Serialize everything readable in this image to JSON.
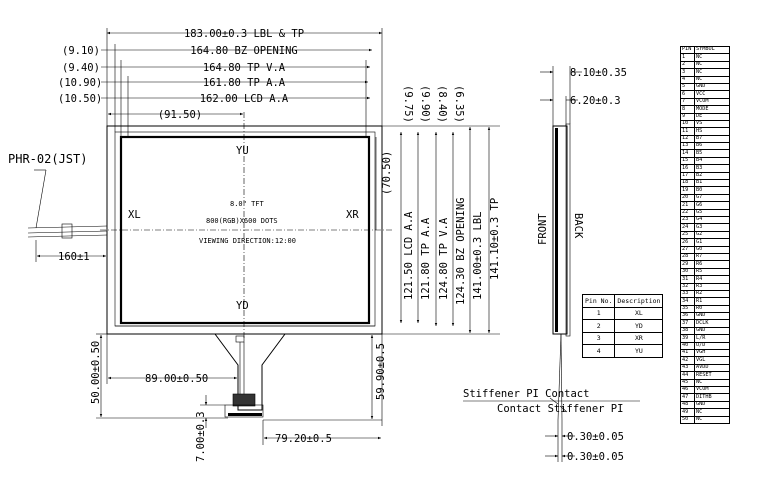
{
  "dims": {
    "top_lbl_tp": "183.00±0.3 LBL & TP",
    "bz_open_ref": "(9.10)",
    "bz_open": "164.80 BZ OPENING",
    "tp_va_ref": "(9.40)",
    "tp_va": "164.80 TP V.A",
    "tp_aa_ref": "(10.90)",
    "tp_aa": "161.80 TP A.A",
    "lcd_aa_ref": "(10.50)",
    "lcd_aa": "162.00 LCD A.A",
    "center_x_ref": "(91.50)",
    "ref_975": "(9.75)",
    "ref_990": "(9.90)",
    "ref_840": "(8.40)",
    "ref_635": "(6.35)",
    "ref_7050": "(70.50)",
    "v_lcd_aa": "121.50 LCD A.A",
    "v_tp_aa": "121.80 TP A.A",
    "v_tp_va": "124.80 TP V.A",
    "v_bz": "124.30 BZ OPENING",
    "v_lbl": "141.00±0.3 LBL",
    "v_tp": "141.10±0.3 TP",
    "cable_len": "160±1",
    "fpc_offset": "89.00±0.50",
    "fpc_height": "50.00±0.50",
    "fpc_width": "59.90±0.5",
    "fpc_tail": "7.00±0.3",
    "fpc_pos": "79.20±0.5",
    "thick_total": "8.10±0.35",
    "thick_body": "6.20±0.3",
    "stiff1": "0.30±0.05",
    "stiff2": "0.30±0.05"
  },
  "labels": {
    "connector": "PHR-02(JST)",
    "yu": "YU",
    "yd": "YD",
    "xl": "XL",
    "xr": "XR",
    "panel_size": "8.0\" TFT",
    "resolution": "800(RGB)X600 DOTS",
    "viewing": "VIEWING DIRECTION:12:00",
    "front": "FRONT",
    "back": "BACK",
    "stiffener_contact": "Stiffener PI Contact",
    "contact_stiffener": "Contact Stiffener PI"
  },
  "signal_table": {
    "headers": [
      "Pin No.",
      "Description"
    ],
    "rows": [
      [
        "1",
        "XL"
      ],
      [
        "2",
        "YD"
      ],
      [
        "3",
        "XR"
      ],
      [
        "4",
        "YU"
      ]
    ]
  },
  "pin_table": {
    "headers": [
      "PIN",
      "SYMBOL"
    ],
    "rows": [
      [
        "1",
        "NC"
      ],
      [
        "2",
        "NC"
      ],
      [
        "3",
        "NC"
      ],
      [
        "4",
        "NC"
      ],
      [
        "5",
        "GND"
      ],
      [
        "6",
        "VCC"
      ],
      [
        "7",
        "VCOM"
      ],
      [
        "8",
        "MODE"
      ],
      [
        "9",
        "DE"
      ],
      [
        "10",
        "VS"
      ],
      [
        "11",
        "HS"
      ],
      [
        "12",
        "B7"
      ],
      [
        "13",
        "B6"
      ],
      [
        "14",
        "B5"
      ],
      [
        "15",
        "B4"
      ],
      [
        "16",
        "B3"
      ],
      [
        "17",
        "B2"
      ],
      [
        "18",
        "B1"
      ],
      [
        "19",
        "B0"
      ],
      [
        "20",
        "G7"
      ],
      [
        "21",
        "G6"
      ],
      [
        "22",
        "G5"
      ],
      [
        "23",
        "G4"
      ],
      [
        "24",
        "G3"
      ],
      [
        "25",
        "G2"
      ],
      [
        "26",
        "G1"
      ],
      [
        "27",
        "G0"
      ],
      [
        "28",
        "R7"
      ],
      [
        "29",
        "R6"
      ],
      [
        "30",
        "R5"
      ],
      [
        "31",
        "R4"
      ],
      [
        "32",
        "R3"
      ],
      [
        "33",
        "R2"
      ],
      [
        "34",
        "R1"
      ],
      [
        "35",
        "R0"
      ],
      [
        "36",
        "GND"
      ],
      [
        "37",
        "DCLK"
      ],
      [
        "38",
        "GND"
      ],
      [
        "39",
        "L/R"
      ],
      [
        "40",
        "U/D"
      ],
      [
        "41",
        "VGH"
      ],
      [
        "42",
        "VGL"
      ],
      [
        "43",
        "AVDD"
      ],
      [
        "44",
        "RESET"
      ],
      [
        "45",
        "NC"
      ],
      [
        "46",
        "VCOM"
      ],
      [
        "47",
        "DITHB"
      ],
      [
        "48",
        "GND"
      ],
      [
        "49",
        "NC"
      ],
      [
        "50",
        "NC"
      ]
    ]
  }
}
